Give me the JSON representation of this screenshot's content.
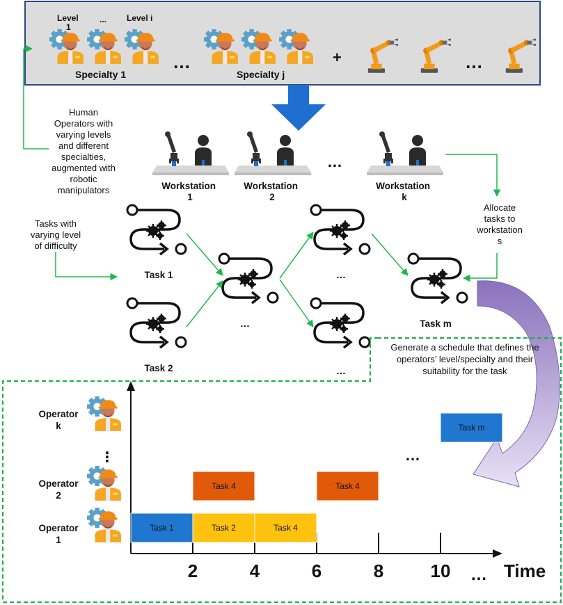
{
  "colors": {
    "panel_fill": "#dcdcdc",
    "panel_border": "#2b4a86",
    "gear_blue": "#5aa0c8",
    "helmet_orange": "#f08a16",
    "vest_orange": "#f5a623",
    "robot_orange": "#f29a1b",
    "big_arrow_blue": "#1f6fd0",
    "connector_green": "#1fb84a",
    "dashed_green": "#19b34a",
    "curved_arrow_purple": "#9b86c4",
    "task_blue": "#1f77d0",
    "task_yellow": "#ffc20e",
    "task_orange": "#e05a0a"
  },
  "top_panel": {
    "level_1": "Level\n1",
    "level_ellipsis": "...",
    "level_i": "Level i",
    "specialty_1": "Specialty 1",
    "specialty_j": "Specialty j",
    "group_ellipsis": "…",
    "plus": "+",
    "robot_ellipsis": "…",
    "icons": [
      "operator-icon",
      "gear-icon",
      "robot-arm-icon"
    ]
  },
  "left_note": {
    "operators_text": [
      "Human",
      "Operators with",
      "varying levels",
      "and different",
      "specialties,",
      "augmented with",
      "robotic",
      "manipulators"
    ],
    "tasks_text": [
      "Tasks with",
      "varying level",
      "of difficulty"
    ]
  },
  "workstations": {
    "items": [
      {
        "title": "Workstation",
        "id": "1"
      },
      {
        "title": "Workstation",
        "id": "2"
      },
      {
        "title": "Workstation",
        "id": "k"
      }
    ],
    "ellipsis": "…"
  },
  "allocate_note": [
    "Allocate",
    "tasks to",
    "workstation",
    "s"
  ],
  "task_graph": {
    "task_1": "Task 1",
    "task_2": "Task 2",
    "task_m": "Task m",
    "ellipsis_mid": "…",
    "ellipsis_upper": "…",
    "ellipsis_lower": "…"
  },
  "schedule_note": [
    "Generate a schedule that defines the",
    "operators’ level/specialty and their",
    "suitability for the task"
  ],
  "chart": {
    "operators": [
      {
        "label": "Operator\nk"
      },
      {
        "label": "Operator\n2"
      },
      {
        "label": "Operator\n1"
      }
    ],
    "op_ellipsis": "⋮",
    "chart_ellipsis": "…",
    "x_axis_label": "Time",
    "x_ellipsis": "…",
    "x_ticks": [
      "2",
      "4",
      "6",
      "8",
      "10"
    ],
    "x_tick_values": [
      2,
      4,
      6,
      8,
      10
    ]
  },
  "chart_data": {
    "type": "gantt",
    "x": [
      2,
      4,
      6,
      8,
      10
    ],
    "xlabel": "Time",
    "rows": [
      "Operator k",
      "Operator 2",
      "Operator 1"
    ],
    "tasks": [
      {
        "row": "Operator 1",
        "label": "Task 1",
        "start": 0,
        "end": 2,
        "color": "#1f77d0"
      },
      {
        "row": "Operator 1",
        "label": "Task 2",
        "start": 2,
        "end": 4,
        "color": "#ffc20e"
      },
      {
        "row": "Operator 1",
        "label": "Task 4",
        "start": 4,
        "end": 6,
        "color": "#ffc20e"
      },
      {
        "row": "Operator 2",
        "label": "Task 4",
        "start": 2,
        "end": 4,
        "color": "#e05a0a"
      },
      {
        "row": "Operator 2",
        "label": "Task 4",
        "start": 6,
        "end": 8,
        "color": "#e05a0a"
      },
      {
        "row": "Operator k",
        "label": "Task m",
        "start": 10,
        "end": 12,
        "color": "#1f77d0"
      }
    ]
  }
}
